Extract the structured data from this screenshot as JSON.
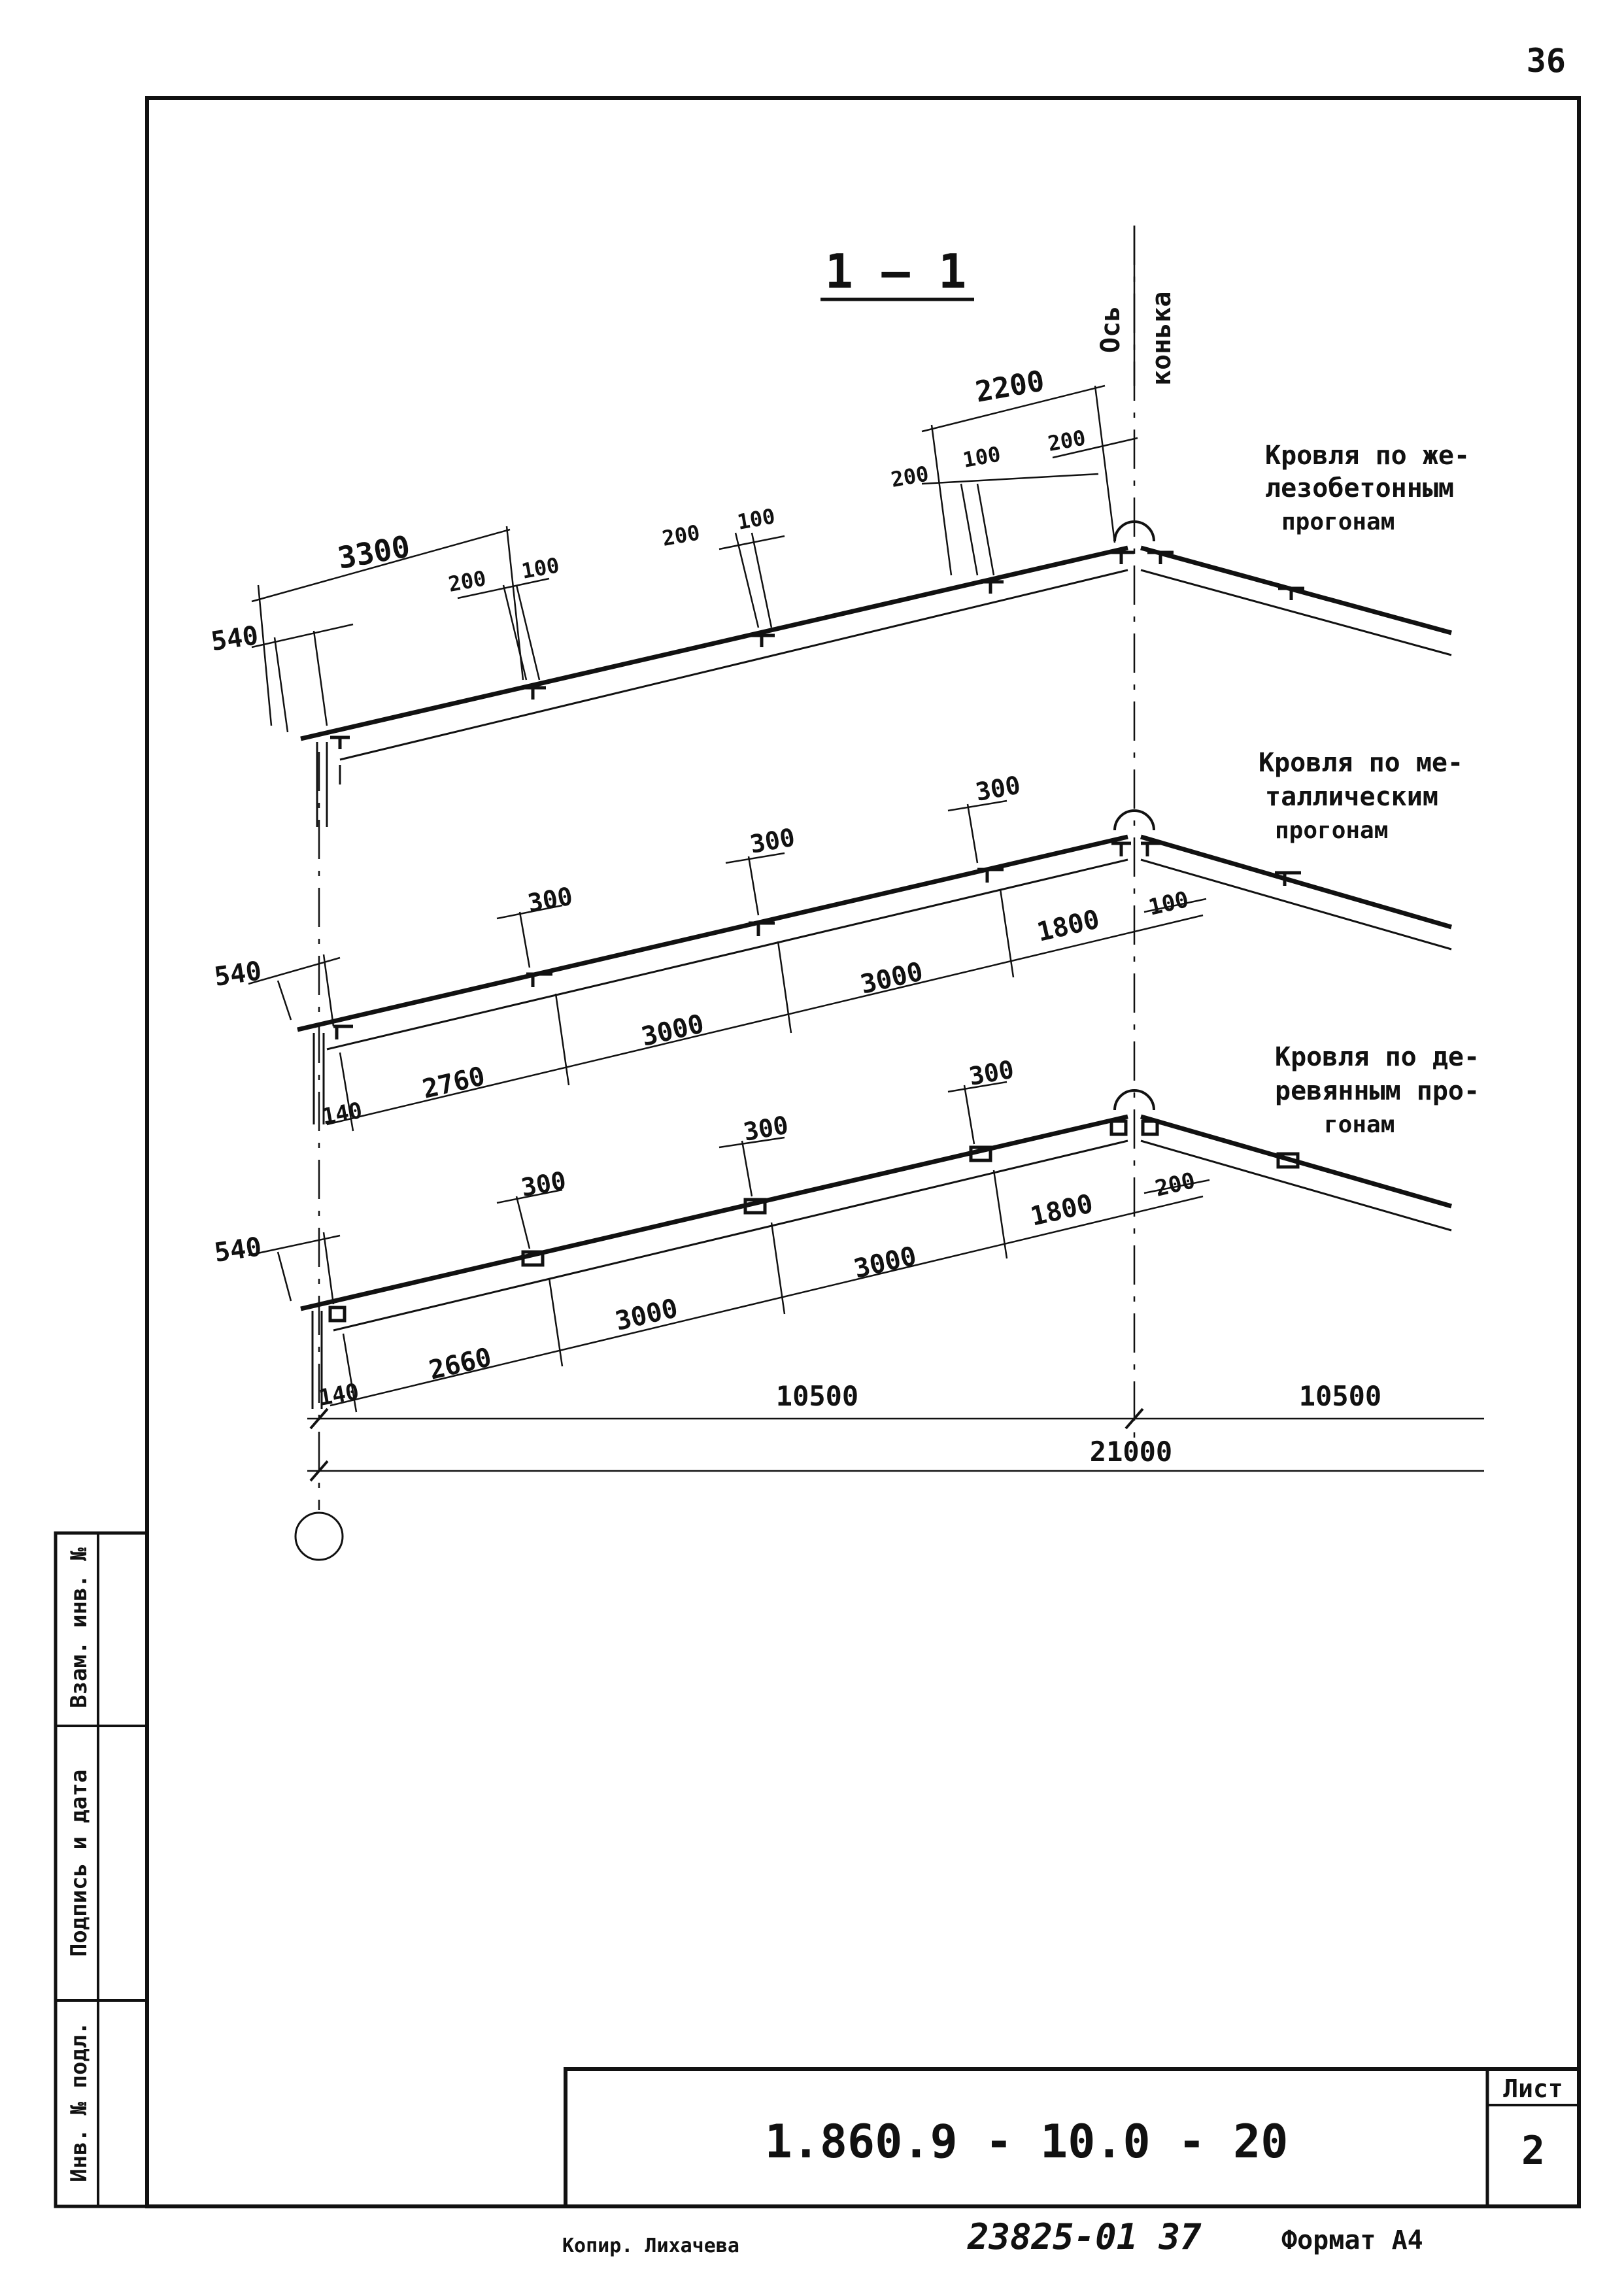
{
  "page_number": "36",
  "section_mark": "1 – 1",
  "ridge_axis": {
    "line1": "Ось",
    "line2": "конька"
  },
  "sections": [
    {
      "title": [
        "Кровля по же-",
        "лезобетонным",
        "прогонам"
      ],
      "dims": {
        "d540": "540",
        "d3300": "3300",
        "d200a": "200",
        "d100a": "100",
        "d200b": "200",
        "d100b": "100",
        "d200c": "200",
        "d100c": "100",
        "d2200": "2200",
        "d200d": "200"
      }
    },
    {
      "title": [
        "Кровля по ме-",
        "таллическим",
        "прогонам"
      ],
      "dims": {
        "d540": "540",
        "d300a": "300",
        "d300b": "300",
        "d300c": "300",
        "d140": "140",
        "d2760": "2760",
        "d3000a": "3000",
        "d3000b": "3000",
        "d1800": "1800",
        "d100": "100"
      }
    },
    {
      "title": [
        "Кровля по де-",
        "ревянным про-",
        "гонам"
      ],
      "dims": {
        "d540": "540",
        "d300a": "300",
        "d300b": "300",
        "d300c": "300",
        "d140": "140",
        "d2660": "2660",
        "d3000a": "3000",
        "d3000b": "3000",
        "d1800": "1800",
        "d200": "200"
      }
    }
  ],
  "bottom_dims": {
    "left": "10500",
    "right": "10500",
    "total": "21000"
  },
  "side_stamp": [
    "Инв. № подл.",
    "Подпись и дата",
    "Взам. инв. №"
  ],
  "title_block": {
    "doc_number": "1.860.9 - 10.0 - 20",
    "sheet_label": "Лист",
    "sheet_number": "2"
  },
  "footer": {
    "copied_by": "Копир. Лихачева",
    "order_number": "23825-01 37",
    "format": "Формат А4"
  }
}
